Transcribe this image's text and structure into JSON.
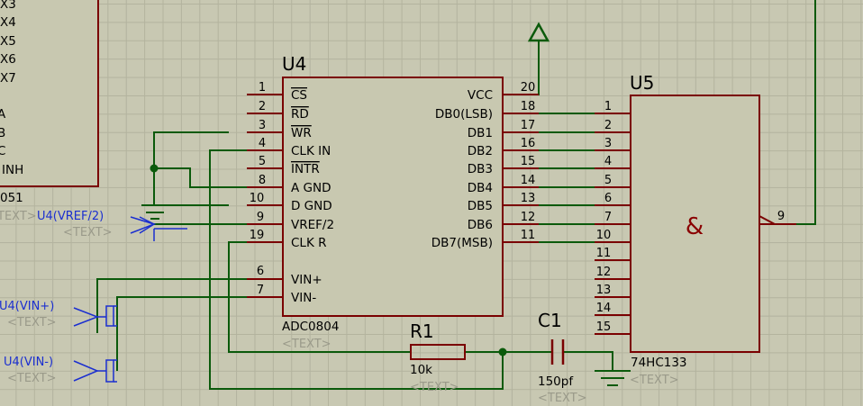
{
  "left_chip": {
    "pins": [
      "X3",
      "X4",
      "X5",
      "X6",
      "X7",
      "A",
      "B",
      "C",
      "INH"
    ],
    "partial_name": "051",
    "ghost_text": "TEXT>"
  },
  "u4": {
    "ref": "U4",
    "part": "ADC0804",
    "text_placeholder": "<TEXT>",
    "left_pins": [
      {
        "num": "1",
        "name": "CS"
      },
      {
        "num": "2",
        "name": "RD"
      },
      {
        "num": "3",
        "name": "WR"
      },
      {
        "num": "4",
        "name": "CLK IN"
      },
      {
        "num": "5",
        "name": "INTR"
      },
      {
        "num": "8",
        "name": "A GND"
      },
      {
        "num": "10",
        "name": "D GND"
      },
      {
        "num": "9",
        "name": "VREF/2"
      },
      {
        "num": "19",
        "name": "CLK R"
      },
      {
        "num": "6",
        "name": "VIN+"
      },
      {
        "num": "7",
        "name": "VIN-"
      }
    ],
    "right_pins": [
      {
        "num": "20",
        "name": "VCC"
      },
      {
        "num": "18",
        "name": "DB0(LSB)"
      },
      {
        "num": "17",
        "name": "DB1"
      },
      {
        "num": "16",
        "name": "DB2"
      },
      {
        "num": "15",
        "name": "DB3"
      },
      {
        "num": "14",
        "name": "DB4"
      },
      {
        "num": "13",
        "name": "DB5"
      },
      {
        "num": "12",
        "name": "DB6"
      },
      {
        "num": "11",
        "name": "DB7(MSB)"
      }
    ]
  },
  "u5": {
    "ref": "U5",
    "part": "74HC133",
    "symbol": "&",
    "text_placeholder": "<TEXT>",
    "input_pins": [
      "1",
      "2",
      "3",
      "4",
      "5",
      "6",
      "7",
      "10",
      "11",
      "12",
      "13",
      "14",
      "15"
    ],
    "output_pin": "9"
  },
  "r1": {
    "ref": "R1",
    "value": "10k",
    "text_placeholder": "<TEXT>"
  },
  "c1": {
    "ref": "C1",
    "value": "150pf",
    "text_placeholder": "<TEXT>"
  },
  "terminals": {
    "vref": {
      "label": "U4(VREF/2)",
      "placeholder": "<TEXT>"
    },
    "vin_plus": {
      "label": "U4(VIN+)",
      "placeholder": "<TEXT>"
    },
    "vin_minus": {
      "label": "U4(VIN-)",
      "placeholder": "<TEXT>"
    }
  },
  "colors": {
    "wire": "#0b5a0b",
    "pin": "#7a0000",
    "body": "#c8c8b0",
    "border": "#7a0000",
    "terminal": "#1b2fd0"
  }
}
